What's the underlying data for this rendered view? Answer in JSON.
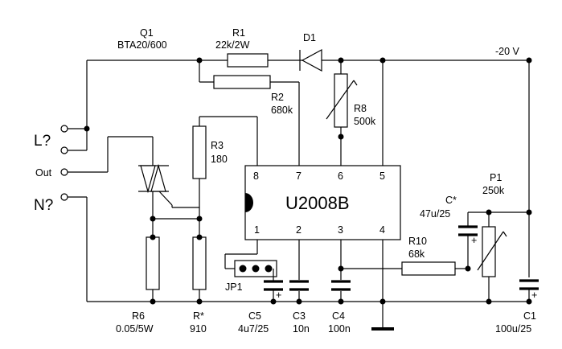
{
  "supply": {
    "voltage": "-20 V"
  },
  "q1": {
    "ref": "Q1",
    "value": "BTA20/600"
  },
  "r1": {
    "ref": "R1",
    "value": "22k/2W"
  },
  "d1": {
    "ref": "D1"
  },
  "r2": {
    "ref": "R2",
    "value": "680k"
  },
  "r8": {
    "ref": "R8",
    "value": "500k"
  },
  "r3": {
    "ref": "R3",
    "value": "180"
  },
  "ic": {
    "name": "U2008B",
    "pins": {
      "p1": "1",
      "p2": "2",
      "p3": "3",
      "p4": "4",
      "p5": "5",
      "p6": "6",
      "p7": "7",
      "p8": "8"
    }
  },
  "terminals": {
    "line": "L?",
    "out": "Out",
    "neutral": "N?"
  },
  "cstar": {
    "ref": "C*",
    "value": "47u/25"
  },
  "p1": {
    "ref": "P1",
    "value": "250k"
  },
  "r10": {
    "ref": "R10",
    "value": "68k"
  },
  "jp1": {
    "ref": "JP1"
  },
  "r6": {
    "ref": "R6",
    "value": "0.05/5W"
  },
  "rstar": {
    "ref": "R*",
    "value": "910"
  },
  "c5": {
    "ref": "C5",
    "value": "4u7/25"
  },
  "c3": {
    "ref": "C3",
    "value": "10n"
  },
  "c4": {
    "ref": "C4",
    "value": "100n"
  },
  "c1": {
    "ref": "C1",
    "value": "100u/25"
  },
  "polarity": {
    "plus": "+"
  }
}
